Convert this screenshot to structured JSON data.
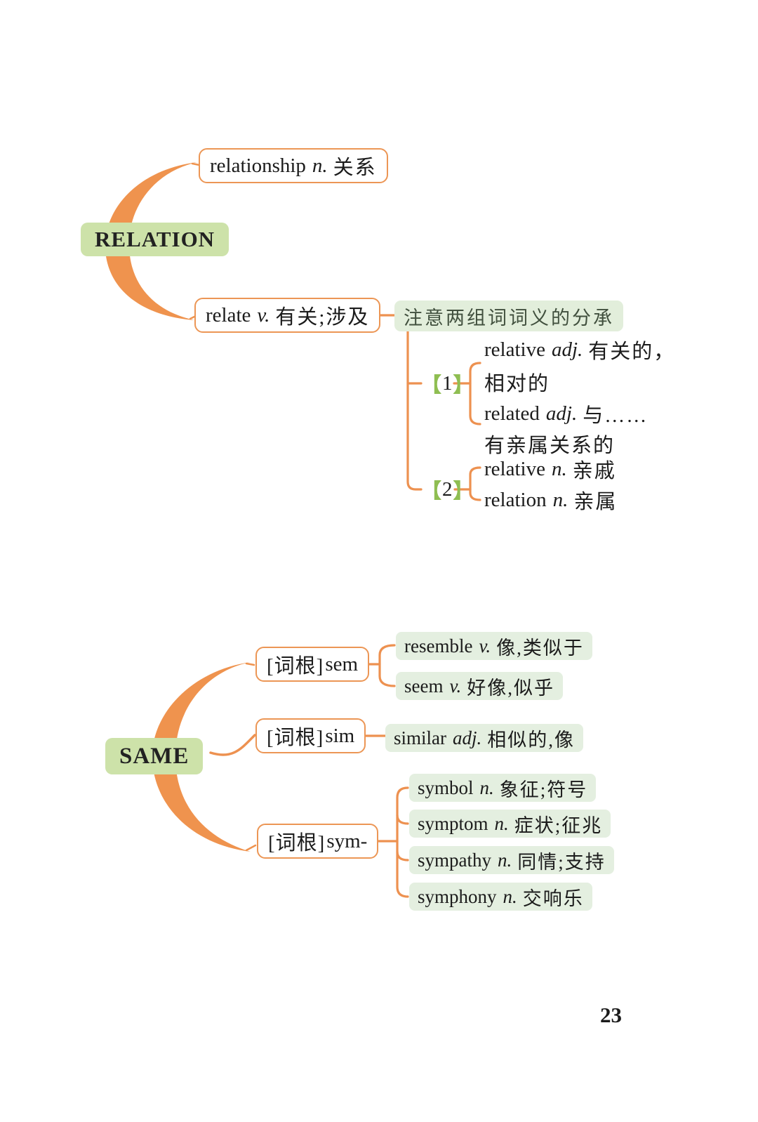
{
  "page": {
    "number": "23"
  },
  "relation": {
    "root_label": "RELATION",
    "children": [
      {
        "word": "relationship",
        "pos": "n.",
        "def": "关系"
      },
      {
        "word": "relate",
        "pos": "v.",
        "def": "有关;涉及"
      }
    ],
    "note": "注意两组词词义的分承",
    "groups": [
      {
        "bracket_open": "【",
        "number": "1",
        "bracket_close": "】",
        "entries": [
          {
            "word": "relative",
            "pos": "adj.",
            "def": "有关的，",
            "def2": "相对的"
          },
          {
            "word": "related",
            "pos": "adj.",
            "def": "与……",
            "def2": "有亲属关系的"
          }
        ]
      },
      {
        "bracket_open": "【",
        "number": "2",
        "bracket_close": "】",
        "entries": [
          {
            "word": "relative",
            "pos": "n.",
            "def": "亲戚"
          },
          {
            "word": "relation",
            "pos": "n.",
            "def": "亲属"
          }
        ]
      }
    ]
  },
  "same": {
    "root_label": "SAME",
    "stems": [
      {
        "prefix": "[词根]",
        "stem": "sem",
        "leaves": [
          {
            "word": "resemble",
            "pos": "v.",
            "def": "像,类似于"
          },
          {
            "word": "seem",
            "pos": "v.",
            "def": "好像,似乎"
          }
        ]
      },
      {
        "prefix": "[词根]",
        "stem": "sim",
        "leaves": [
          {
            "word": "similar",
            "pos": "adj.",
            "def": "相似的,像"
          }
        ]
      },
      {
        "prefix": "[词根]",
        "stem": "sym-",
        "leaves": [
          {
            "word": "symbol",
            "pos": "n.",
            "def": "象征;符号"
          },
          {
            "word": "symptom",
            "pos": "n.",
            "def": "症状;征兆"
          },
          {
            "word": "sympathy",
            "pos": "n.",
            "def": "同情;支持"
          },
          {
            "word": "symphony",
            "pos": "n.",
            "def": "交响乐"
          }
        ]
      }
    ]
  },
  "colors": {
    "branch_orange": "#ed9150",
    "node_green": "#cde2a9",
    "leaf_green": "#e4efe0",
    "bracket_green": "#8fbe52"
  }
}
